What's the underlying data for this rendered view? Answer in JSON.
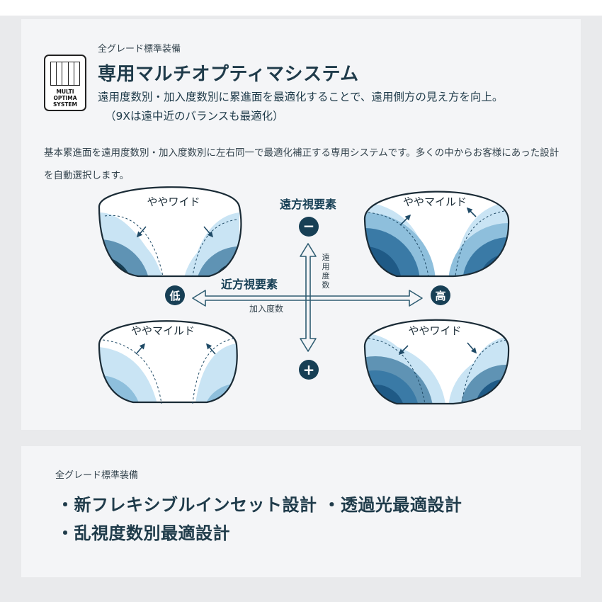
{
  "header": {
    "grade_label": "全グレード標準装備",
    "title": "専用マルチオプティマシステム",
    "subtitle_line1": "遠用度数別・加入度数別に累進面を最適化することで、遠用側方の見え方を向上。",
    "subtitle_line2": "（9Xは遠中近のバランスも最適化）"
  },
  "logo": {
    "line1": "MULTI",
    "line2": "OPTIMA",
    "line3": "SYSTEM"
  },
  "description": "基本累進面を遠用度数別・加入度数別に左右同一で最適化補正する専用システムです。多くの中からお客様にあった設計を自動選択します。",
  "diagram": {
    "top_left_label": "ややワイド",
    "top_right_label": "ややマイルド",
    "bottom_left_label": "ややマイルド",
    "bottom_right_label": "ややワイド",
    "far_element": "遠方視要素",
    "near_element": "近方視要素",
    "minus_symbol": "−",
    "plus_symbol": "+",
    "low": "低",
    "high": "高",
    "addition_power": "加入度数",
    "distance_power": [
      "遠",
      "用",
      "度",
      "数"
    ],
    "colors": {
      "dark_navy": "#173f55",
      "arrow": "#2f5d72",
      "lens_light": "#c9e4f4",
      "lens_mid": "#8ebfdc",
      "lens_steel": "#5f93b4",
      "lens_blue": "#3a7aa6",
      "lens_deep": "#1f5a86"
    }
  },
  "features": {
    "grade_label": "全グレード標準装備",
    "line1": "・新フレキシブルインセット設計 ・透過光最適設計",
    "line2": "・乱視度数別最適設計"
  }
}
